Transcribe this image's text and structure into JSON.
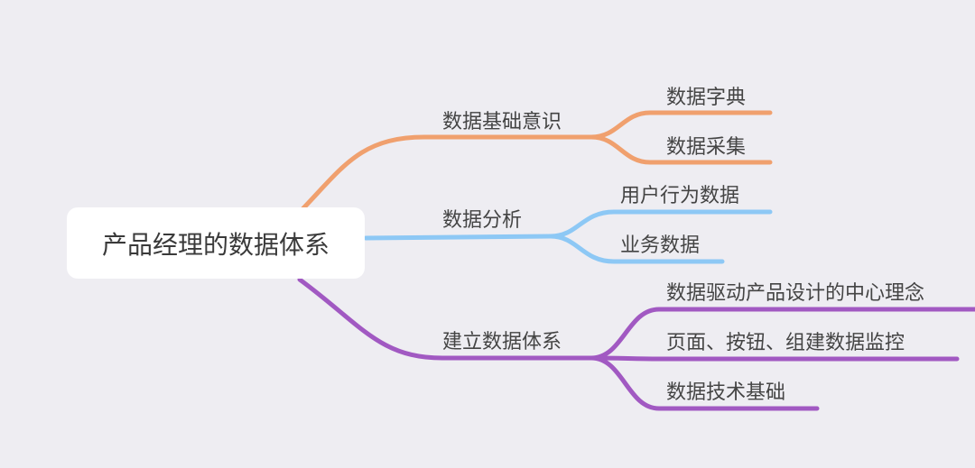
{
  "root": "产品经理的数据体系",
  "colors": {
    "orange": "#F0A06E",
    "blue": "#8DC8F5",
    "purple": "#A159C2",
    "background": "#EEEDF2"
  },
  "branches": [
    {
      "label": "数据基础意识",
      "children": [
        "数据字典",
        "数据采集"
      ]
    },
    {
      "label": "数据分析",
      "children": [
        "用户行为数据",
        "业务数据"
      ]
    },
    {
      "label": "建立数据体系",
      "children": [
        "数据驱动产品设计的中心理念",
        "页面、按钮、组建数据监控",
        "数据技术基础"
      ]
    }
  ]
}
